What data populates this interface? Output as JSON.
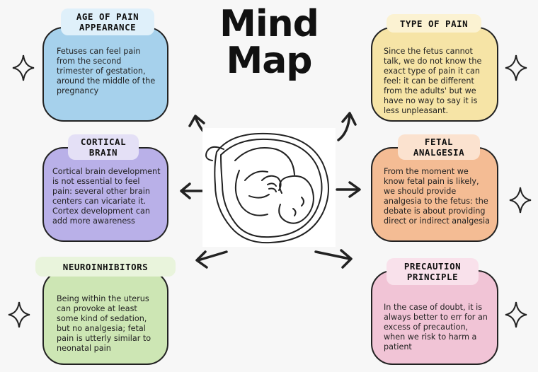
{
  "title": {
    "line1": "Mind",
    "line2": "Map"
  },
  "nodes": {
    "age": {
      "label_l1": "AGE OF PAIN",
      "label_l2": "APPEARANCE",
      "text": "Fetuses can feel pain from the second trimester of gestation, around the middle  of the pregnancy",
      "color": "#a6d1ec",
      "label_color": "#dff0fa"
    },
    "cortical": {
      "label_l1": "CORTICAL",
      "label_l2": "BRAIN",
      "text": "Cortical brain development is not essential to feel pain: several other brain centers can vicariate it. Cortex development can add more awareness",
      "color": "#b9b0e8",
      "label_color": "#e4e0f6"
    },
    "neuro": {
      "label_l1": "NEUROINHIBITORS",
      "text": "Being within the uterus can provoke at least some kind of sedation, but no analgesia; fetal pain is utterly similar to neonatal pain",
      "color": "#cde6b4",
      "label_color": "#e9f4dc"
    },
    "type": {
      "label_l1": "TYPE OF PAIN",
      "text": "Since the fetus cannot talk, we do not know the exact type of pain it can feel: it can be different from the adults' but we have no way to say it is less unpleasant.",
      "color": "#f6e4a6",
      "label_color": "#fbf2d2"
    },
    "fetal": {
      "label_l1": "FETAL",
      "label_l2": "ANALGESIA",
      "text": "From the moment we know fetal pain is likely, we should provide analgesia to the fetus: the debate is about providing direct or indirect analgesia",
      "color": "#f4bc94",
      "label_color": "#fbe2cf"
    },
    "precaution": {
      "label_l1": "PRECAUTION",
      "label_l2": "PRINCIPLE",
      "text": "In the case of doubt, it is always better to err for an excess of precaution, when we risk to harm a patient",
      "color": "#f1c4d6",
      "label_color": "#f9e1eb"
    }
  }
}
